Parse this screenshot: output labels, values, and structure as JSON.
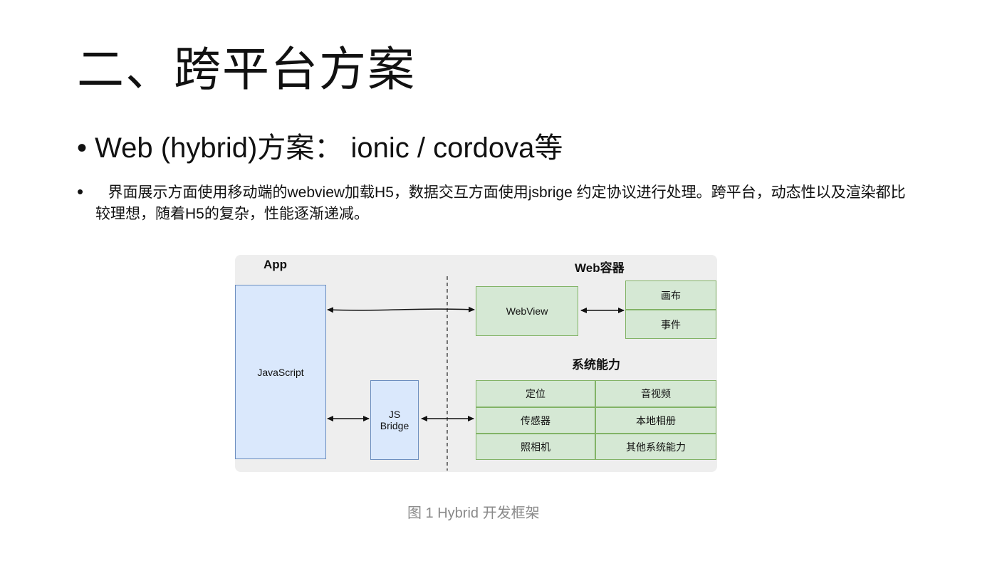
{
  "slide": {
    "title": "二、跨平台方案",
    "bullets": [
      "Web (hybrid)方案： ionic / cordova等",
      "界面展示方面使用移动端的webview加载H5，数据交互方面使用jsbrige 约定协议进行处理。跨平台，动态性以及渲染都比较理想，随着H5的复杂，性能逐渐递减。"
    ],
    "bullet_symbol": "•"
  },
  "diagram": {
    "app_label": "App",
    "web_container_label": "Web容器",
    "javascript": "JavaScript",
    "jsbridge": [
      "JS",
      "Bridge"
    ],
    "webview": "WebView",
    "canvas": "画布",
    "events": "事件",
    "system_capability_label": "系统能力",
    "capabilities": [
      "定位",
      "音视频",
      "传感器",
      "本地相册",
      "照相机",
      "其他系统能力"
    ]
  },
  "caption": "图 1 Hybrid 开发框架",
  "colors": {
    "blue_fill": "#dae8fc",
    "blue_stroke": "#6c8ebf",
    "green_fill": "#d5e8d4",
    "green_stroke": "#82b366",
    "panel_bg": "#eeeeee",
    "caption": "#8a8a8a"
  }
}
